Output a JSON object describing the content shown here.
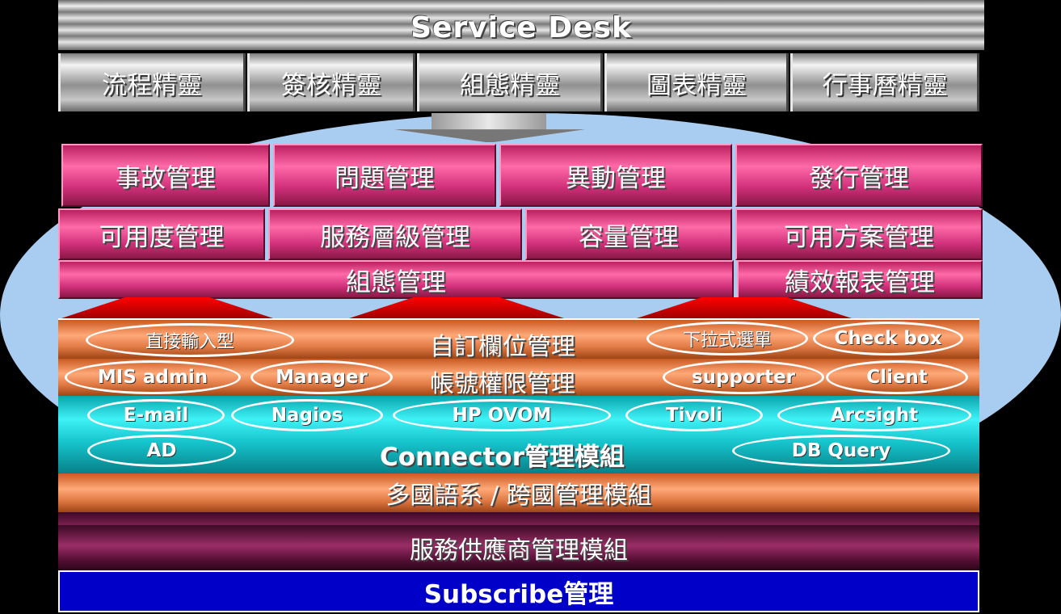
{
  "title": "Service Desk",
  "wizards": [
    "流程精靈",
    "簽核精靈",
    "組態精靈",
    "圖表精靈",
    "行事曆精靈"
  ],
  "mgmt_row1": [
    "事故管理",
    "問題管理",
    "異動管理",
    "發行管理"
  ],
  "mgmt_row2": [
    "可用度管理",
    "服務層級管理",
    "容量管理",
    "可用方案管理"
  ],
  "mgmt_row3": [
    "組態管理",
    "績效報表管理"
  ],
  "custom_field": {
    "label": "自訂欄位管理",
    "options": [
      "直接輸入型",
      "下拉式選單",
      "Check box"
    ]
  },
  "account": {
    "label": "帳號權限管理",
    "roles": [
      "MIS admin",
      "Manager",
      "supporter",
      "Client"
    ]
  },
  "connector": {
    "label": "Connector管理模組",
    "items": [
      "E-mail",
      "Nagios",
      "HP OVOM",
      "Tivoli",
      "Arcsight",
      "AD",
      "DB Query"
    ]
  },
  "multilang": "多國語系 / 跨國管理模組",
  "provider": "服務供應商管理模組",
  "subscribe": "Subscribe管理"
}
